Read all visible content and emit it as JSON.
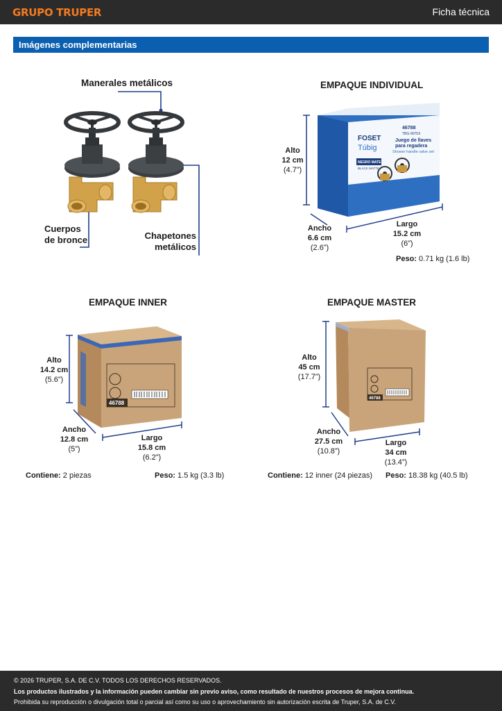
{
  "header": {
    "brand": "GRUPO TRUPER",
    "doc_type": "Ficha técnica"
  },
  "section": {
    "title": "Imágenes complementarias"
  },
  "product_callouts": {
    "manerales": "Manerales metálicos",
    "cuerpos_line1": "Cuerpos",
    "cuerpos_line2": "de bronce",
    "chapetones_line1": "Chapetones",
    "chapetones_line2": "metálicos"
  },
  "individual": {
    "title": "EMPAQUE INDIVIDUAL",
    "alto_label": "Alto",
    "alto_value": "12 cm",
    "alto_imperial": "(4.7”)",
    "ancho_label": "Ancho",
    "ancho_value": "6.6 cm",
    "ancho_imperial": "(2.6”)",
    "largo_label": "Largo",
    "largo_value": "15.2 cm",
    "largo_imperial": "(6”)",
    "peso_label": "Peso:",
    "peso_value": "0.71 kg (1.6 lb)",
    "box": {
      "brand": "FOSET",
      "line": "Túbig",
      "code": "46788",
      "model": "TBG-9075X",
      "title_1": "Juego de llaves",
      "title_2": "para regadera",
      "title_en": "Shower handle valve set",
      "finish": "NEGRO MATE",
      "finish_en": "BLACK MATTE"
    }
  },
  "inner": {
    "title": "EMPAQUE INNER",
    "alto_label": "Alto",
    "alto_value": "14.2 cm",
    "alto_imperial": "(5.6”)",
    "ancho_label": "Ancho",
    "ancho_value": "12.8 cm",
    "ancho_imperial": "(5”)",
    "largo_label": "Largo",
    "largo_value": "15.8 cm",
    "largo_imperial": "(6.2”)",
    "contiene_label": "Contiene:",
    "contiene_value": "2 piezas",
    "peso_label": "Peso:",
    "peso_value": "1.5 kg (3.3 lb)",
    "box_code": "46788"
  },
  "master": {
    "title": "EMPAQUE MASTER",
    "alto_label": "Alto",
    "alto_value": "45 cm",
    "alto_imperial": "(17.7”)",
    "ancho_label": "Ancho",
    "ancho_value": "27.5 cm",
    "ancho_imperial": "(10.8”)",
    "largo_label": "Largo",
    "largo_value": "34 cm",
    "largo_imperial": "(13.4”)",
    "contiene_label": "Contiene:",
    "contiene_value": "12 inner (24 piezas)",
    "peso_label": "Peso:",
    "peso_value": "18.38 kg (40.5 lb)",
    "box_code": "46788"
  },
  "footer": {
    "copyright": "© 2026 TRUPER, S.A. DE C.V. TODOS LOS DERECHOS RESERVADOS.",
    "notice": "Los productos ilustrados y la información pueden cambiar sin previo aviso, como resultado de nuestros procesos de mejora continua.",
    "prohibition": "Prohibida su reproducción o divulgación total o parcial así como su uso o aprovechamiento sin autorización escrita de Truper, S.A. de C.V."
  },
  "colors": {
    "brand_orange": "#f47a20",
    "section_blue": "#0a5fb0",
    "dimension_blue": "#1f3f8a",
    "bar_dark": "#2b2b2b",
    "kraft": "#c9a47a"
  }
}
